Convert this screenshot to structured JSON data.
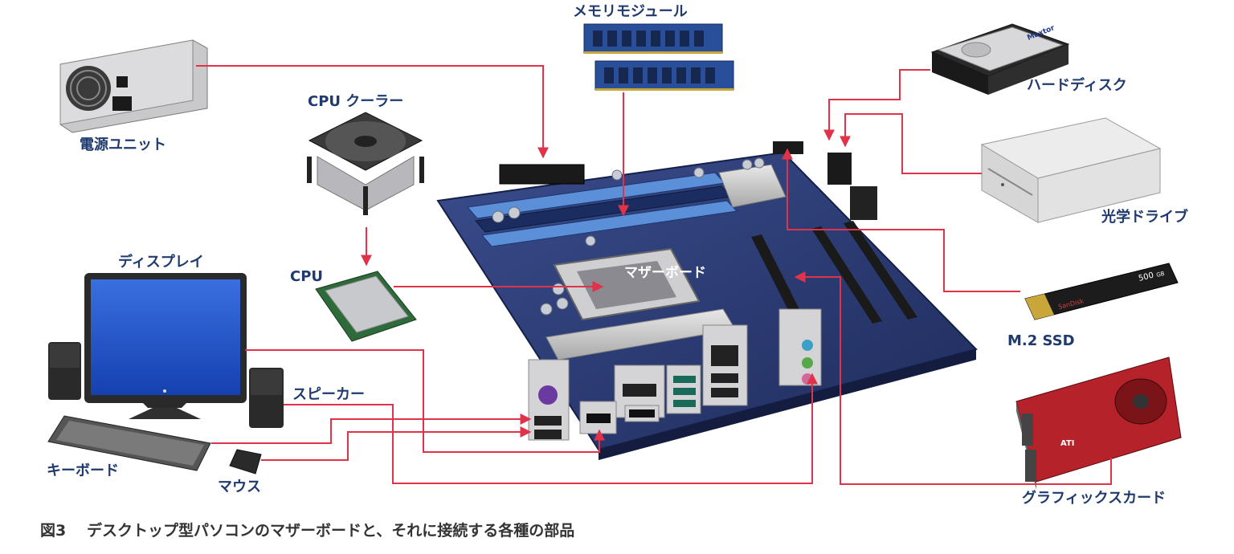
{
  "figure_label": "図3",
  "caption": "デスクトップ型パソコンのマザーボードと、それに接続する各種の部品",
  "labels": {
    "psu": "電源ユニット",
    "cooler": "CPU クーラー",
    "memory": "メモリモジュール",
    "motherboard": "マザーボード",
    "cpu": "CPU",
    "display": "ディスプレイ",
    "speaker": "スピーカー",
    "keyboard": "キーボード",
    "mouse": "マウス",
    "hdd": "ハードディスク",
    "odd": "光学ドライブ",
    "ssd": "M.2 SSD",
    "gpu": "グラフィックスカード"
  },
  "device_text": {
    "ssd_capacity": "500",
    "ssd_unit": "GB",
    "ssd_brand": "SanDisk",
    "hdd_brand": "Maxtor",
    "gpu_brand": "ATI"
  },
  "colors": {
    "arrow": "#e0334a",
    "label": "#1f3a6e",
    "board": "#2f3f7a",
    "memory": "#2a4f9a",
    "gpu": "#c0262c"
  }
}
